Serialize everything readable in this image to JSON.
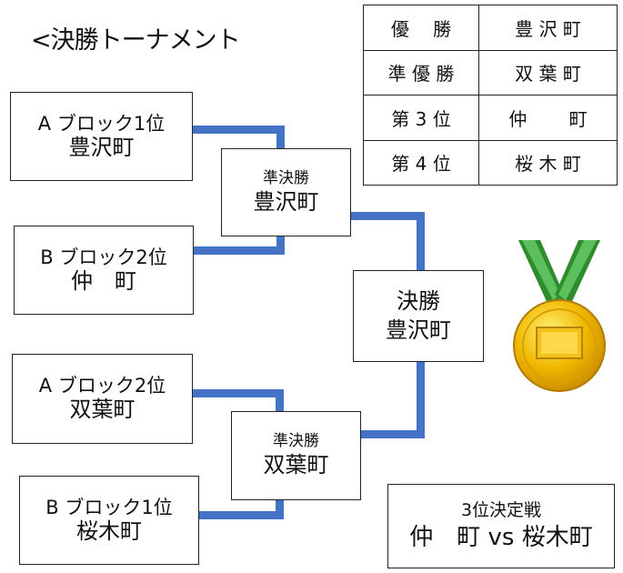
{
  "title": "<決勝トーナメント",
  "seeds": {
    "a1": {
      "line1": "A ブロック1位",
      "line2": "豊沢町"
    },
    "b2": {
      "line1": "B ブロック2位",
      "line2": "仲　町"
    },
    "a2": {
      "line1": "A ブロック2位",
      "line2": "双葉町"
    },
    "b1": {
      "line1": "B ブロック1位",
      "line2": "桜木町"
    }
  },
  "semi1": {
    "line1": "準決勝",
    "line2": "豊沢町"
  },
  "semi2": {
    "line1": "準決勝",
    "line2": "双葉町"
  },
  "final": {
    "line1": "決勝",
    "line2": "豊沢町"
  },
  "third_place": {
    "line1": "3位決定戦",
    "line2": "仲　町 vs 桜木町"
  },
  "results": [
    {
      "rank": "優　 勝",
      "team": "豊 沢 町"
    },
    {
      "rank": "準 優 勝",
      "team": "双 葉 町"
    },
    {
      "rank": "第 3 位",
      "team": "仲　　 町"
    },
    {
      "rank": "第 4 位",
      "team": "桜 木 町"
    }
  ],
  "colors": {
    "bracket_line": "#4472c4",
    "medal_gold": "#f0b800",
    "ribbon_green": "#3a9d3a"
  },
  "icons": {
    "medal": "gold-medal-icon"
  }
}
